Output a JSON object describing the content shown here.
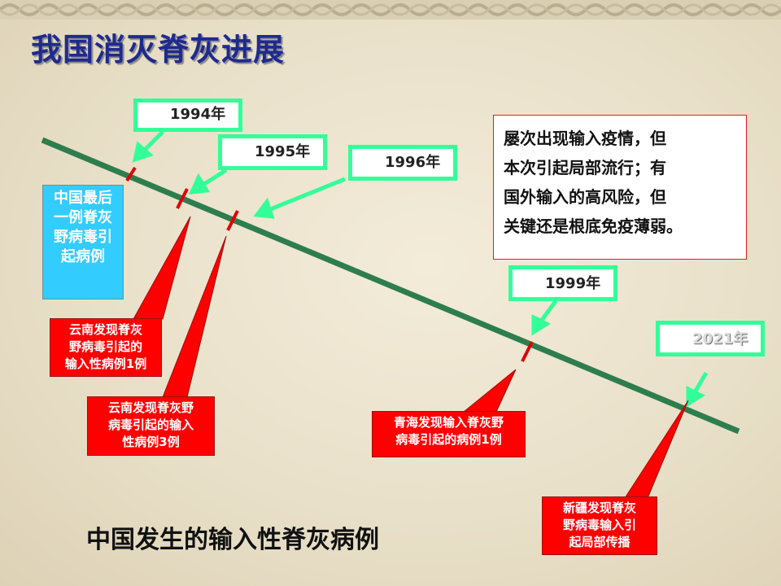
{
  "slide": {
    "title": "我国消灭脊灰进展",
    "caption": "中国发生的输入性脊灰病例"
  },
  "years": [
    "1994年",
    "1995年",
    "1996年",
    "1999年",
    "2021年"
  ],
  "events": {
    "last_wild_case": "中国最后一例脊灰野病毒引起病例",
    "yunnan_1994_line1": "云南发现脊灰",
    "yunnan_1994_line2": "野病毒引起的",
    "yunnan_1994_line3": "输入性病例1例",
    "yunnan_1995_line1": "云南发现脊灰野",
    "yunnan_1995_line2": "病毒引起的输入",
    "yunnan_1995_line3": "性病例3例",
    "qinghai_line1": "青海发现输入脊灰野",
    "qinghai_line2": "病毒引起的病例1例",
    "xinjiang_line1": "新疆发现脊灰",
    "xinjiang_line2": "野病毒输入引",
    "xinjiang_line3": "起局部传播"
  },
  "note": {
    "line1": "屡次出现输入疫情，但",
    "line2": "本次引起局部流行；有",
    "line3": "国外输入的高风险，但",
    "line4": "关键还是根底免疫薄弱。"
  },
  "colors": {
    "title": "#1f2a8f",
    "timeline": "#2e7d4f",
    "year_border": "#33ff99",
    "callout_red": "#ff0000",
    "callout_cyan": "#33ccff",
    "note_border": "#e21f1f"
  }
}
